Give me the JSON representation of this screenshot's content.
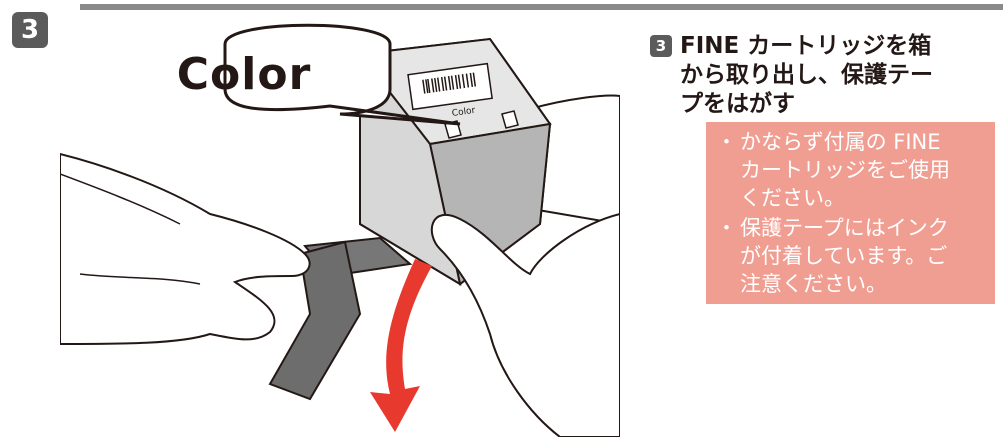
{
  "step": {
    "badge": "3"
  },
  "illustration": {
    "label": "Color",
    "cartridge_label": "Color"
  },
  "instructions": {
    "number": "3",
    "title_lines": [
      "FINE カートリッジを箱",
      "から取り出し、保護テー",
      "プをはがす"
    ]
  },
  "notes": {
    "bullet": "・",
    "items": [
      {
        "lines": [
          "かならず付属の FINE",
          "カートリッジをご使用",
          "ください。"
        ]
      },
      {
        "lines": [
          "保護テープにはインク",
          "が付着しています。ご",
          "注意ください。"
        ]
      }
    ]
  },
  "colors": {
    "badge": "#5b5b5b",
    "note_bg": "#f19e92",
    "arrow": "#e8392f"
  }
}
